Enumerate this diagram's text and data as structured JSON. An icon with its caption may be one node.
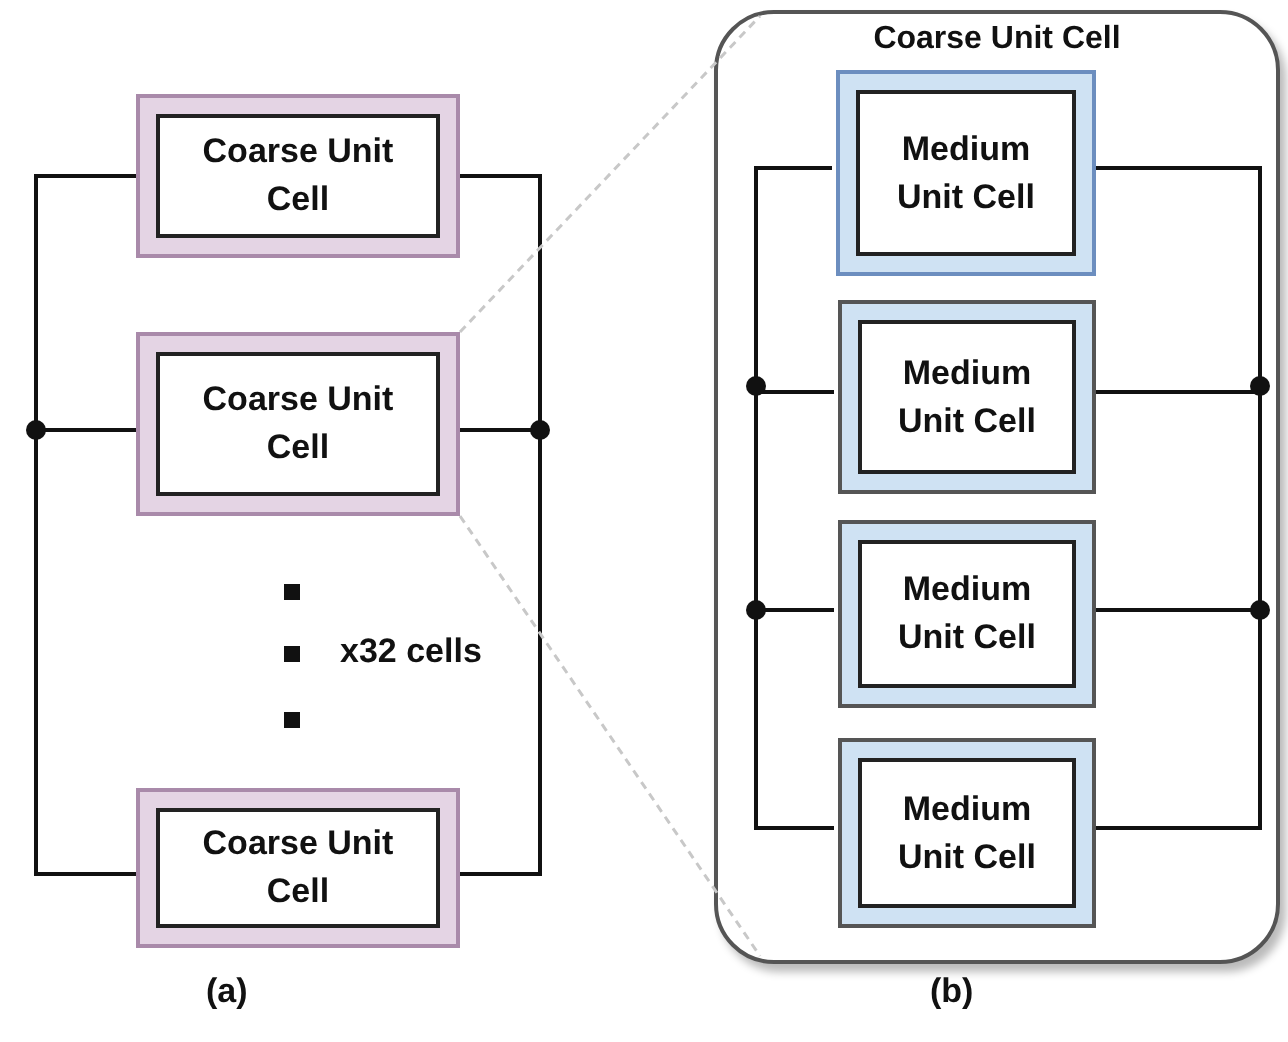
{
  "diagram": {
    "nodes": [
      {
        "text": [
          "Coarse Unit Cell"
        ]
      },
      {
        "text": [
          "Coarse Unit Cell"
        ]
      },
      {
        "text": [
          "Coarse Unit Cell"
        ]
      },
      {
        "text": [
          "Coarse Unit Cell"
        ]
      },
      {
        "text": [
          "Medium Unit Cell"
        ],
        "in": 3
      },
      {
        "text": [
          "Medium Unit Cell"
        ],
        "in": 3
      },
      {
        "text": [
          "Medium Unit Cell"
        ],
        "in": 3
      },
      {
        "text": [
          "Medium Unit Cell"
        ],
        "in": 3
      }
    ],
    "edges": [
      {
        "from": 1,
        "to": 3,
        "arrow": "none",
        "style": "dashed",
        "color": "#c8c8c8"
      },
      {
        "from": 1,
        "to": 3,
        "arrow": "none",
        "style": "dashed",
        "color": "#c8c8c8"
      }
    ],
    "labels": [
      "x32 cells",
      "(a)",
      "(b)"
    ]
  }
}
